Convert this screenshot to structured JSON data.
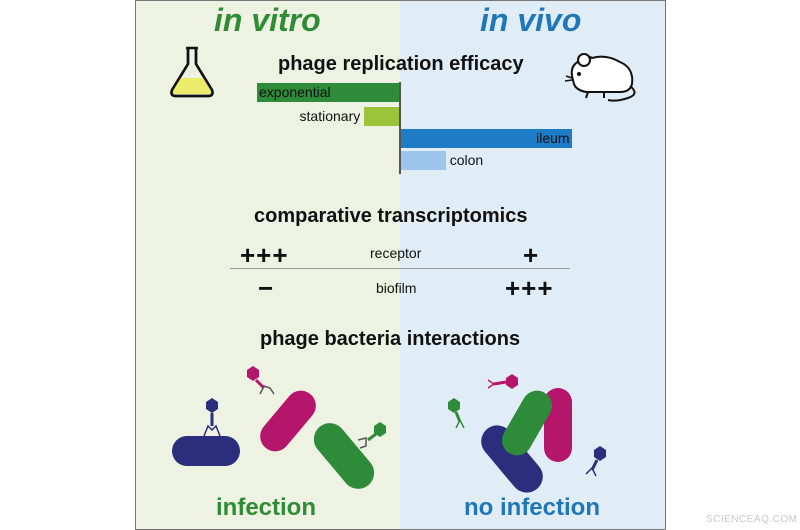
{
  "headers": {
    "left": "in vitro",
    "right": "in vivo"
  },
  "replication": {
    "title": "phage replication efficacy",
    "bars": [
      {
        "label": "exponential",
        "value": -1.0,
        "color": "#2e8b3a"
      },
      {
        "label": "stationary",
        "value": -0.25,
        "color": "#9bc43a"
      },
      {
        "label": "ileum",
        "value": 1.2,
        "color": "#1e7bc6"
      },
      {
        "label": "colon",
        "value": 0.32,
        "color": "#9cc6ee"
      }
    ]
  },
  "transcriptomics": {
    "title": "comparative transcriptomics",
    "rows": [
      {
        "left": "+++",
        "label": "receptor",
        "right": "+"
      },
      {
        "left": "−",
        "label": "biofilm",
        "right": "+++"
      }
    ]
  },
  "interactions": {
    "title": "phage bacteria interactions",
    "left_result": "infection",
    "right_result": "no infection"
  },
  "icons": {
    "left": "flask-icon",
    "right": "mouse-icon"
  },
  "colors": {
    "navy": "#2b2e7d",
    "magenta": "#b5156b",
    "green": "#2e8b3a"
  },
  "credit": "SCIENCEAQ.COM"
}
